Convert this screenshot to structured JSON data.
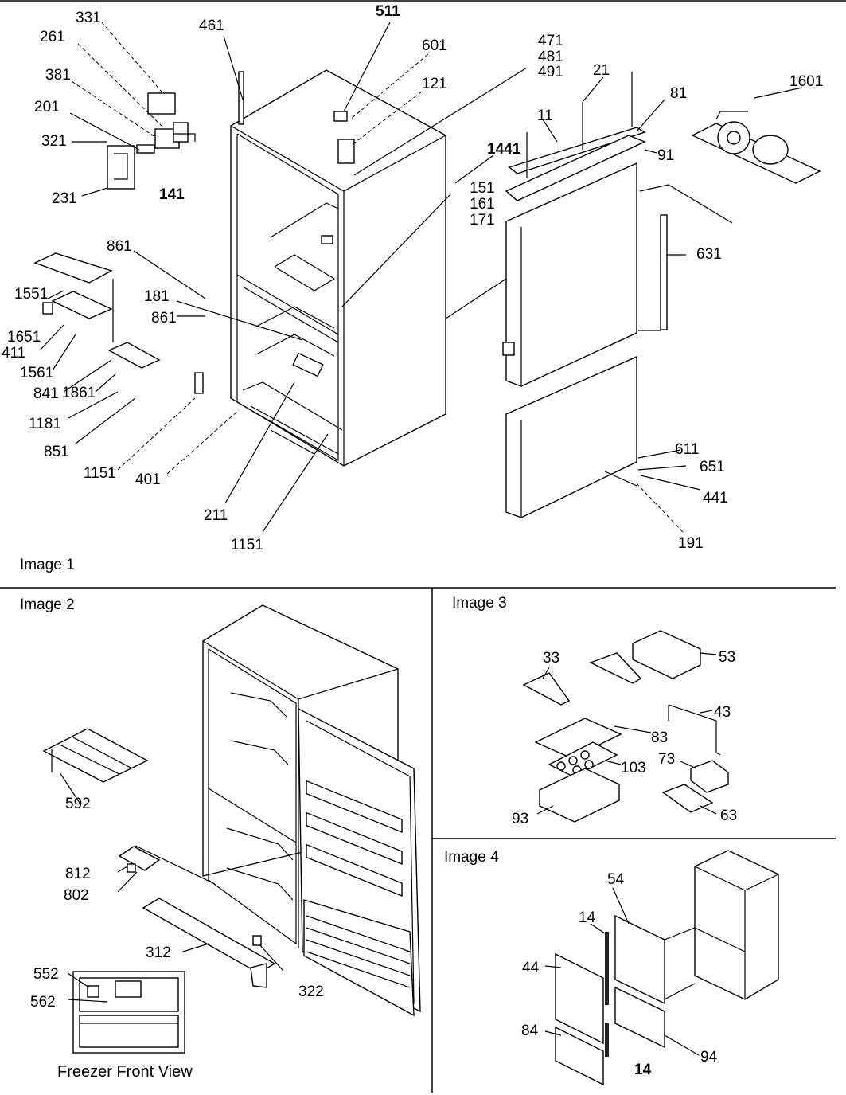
{
  "panels": [
    {
      "id": "image1",
      "title": "Image 1"
    },
    {
      "id": "image2",
      "title": "Image 2"
    },
    {
      "id": "image3",
      "title": "Image 3"
    },
    {
      "id": "image4",
      "title": "Image 4"
    }
  ],
  "image1_labels": [
    "331",
    "261",
    "381",
    "201",
    "321",
    "231",
    "141",
    "461",
    "511",
    "601",
    "121",
    "471",
    "481",
    "491",
    "21",
    "11",
    "81",
    "91",
    "1441",
    "151",
    "161",
    "171",
    "1601",
    "631",
    "861",
    "1551",
    "1651",
    "411",
    "1561",
    "841",
    "1861",
    "1181",
    "851",
    "181",
    "861",
    "1151",
    "401",
    "211",
    "1151",
    "611",
    "651",
    "441",
    "191"
  ],
  "image2_labels": [
    "592",
    "812",
    "802",
    "312",
    "322",
    "552",
    "562"
  ],
  "image2_caption": "Freezer Front View",
  "image3_labels": [
    "33",
    "53",
    "43",
    "83",
    "103",
    "73",
    "93",
    "63"
  ],
  "image4_labels": [
    "54",
    "14",
    "44",
    "84",
    "14",
    "94"
  ]
}
